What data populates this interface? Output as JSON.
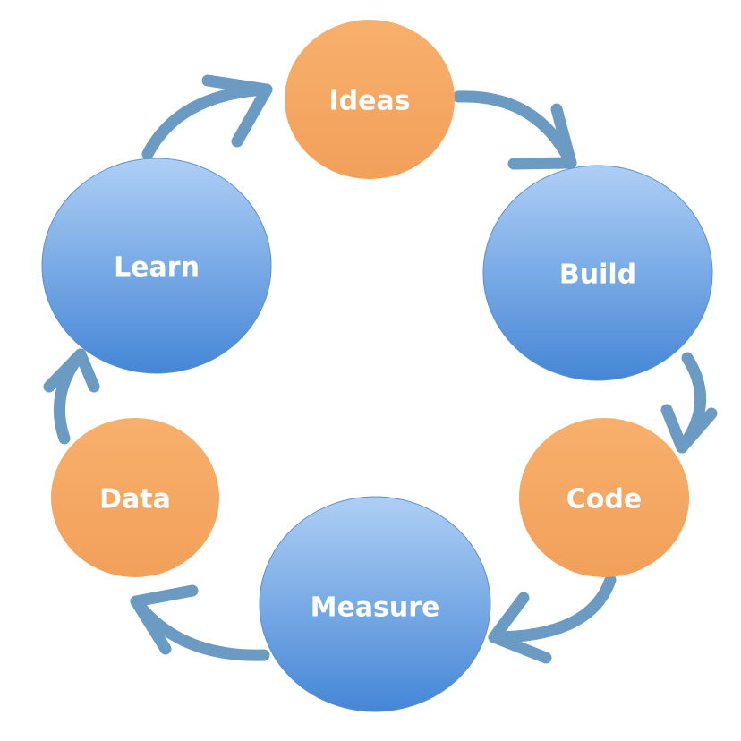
{
  "diagram": {
    "type": "cycle",
    "nodes": [
      {
        "id": "ideas",
        "label": "Ideas",
        "color": "orange"
      },
      {
        "id": "build",
        "label": "Build",
        "color": "blue"
      },
      {
        "id": "code",
        "label": "Code",
        "color": "orange"
      },
      {
        "id": "measure",
        "label": "Measure",
        "color": "blue"
      },
      {
        "id": "data",
        "label": "Data",
        "color": "orange"
      },
      {
        "id": "learn",
        "label": "Learn",
        "color": "blue"
      }
    ],
    "edges": [
      [
        "learn",
        "ideas"
      ],
      [
        "ideas",
        "build"
      ],
      [
        "build",
        "code"
      ],
      [
        "code",
        "measure"
      ],
      [
        "measure",
        "data"
      ],
      [
        "data",
        "learn"
      ]
    ],
    "colors": {
      "orange": "#f5a964",
      "blue_top": "#a9cbf3",
      "blue_bottom": "#4a8bd9",
      "arrow": "#6b9ac2"
    }
  }
}
